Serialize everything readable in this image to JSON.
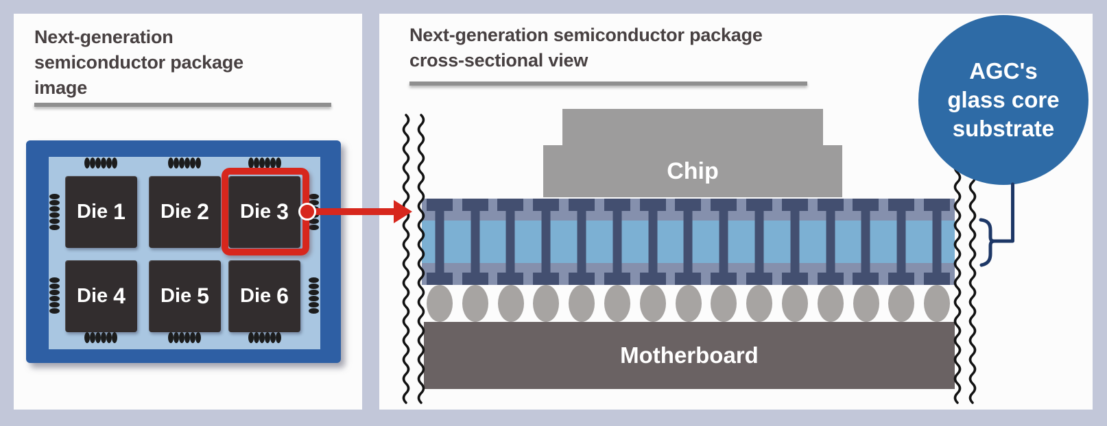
{
  "page": {
    "background": "#c2c7d9",
    "panel_background": "#fcfcfc"
  },
  "left_panel": {
    "title_lines": [
      "Next-generation",
      "semiconductor package",
      "image"
    ],
    "package": {
      "dies": [
        "Die 1",
        "Die 2",
        "Die 3",
        "Die 4",
        "Die 5",
        "Die 6"
      ],
      "highlighted_die": "Die 3",
      "colors": {
        "frame_blue": "#2e5fa4",
        "inner_blue": "#a9c6e1",
        "die_dark": "#322d2e",
        "highlight_red": "#d7271d"
      }
    }
  },
  "right_panel": {
    "title_lines": [
      "Next-generation semiconductor package",
      "cross-sectional view"
    ],
    "cross_section": {
      "chip_label": "Chip",
      "motherboard_label": "Motherboard",
      "via_count": 15,
      "ball_count": 15,
      "colors": {
        "chip_gray": "#9d9c9c",
        "motherboard_gray": "#6a6263",
        "via_navy": "#434f70",
        "pad_strip_slate": "#8590ad",
        "glass_core_blue": "#7cb0d3",
        "solder_ball_gray": "#a7a4a2",
        "connector_navy": "#1d3766"
      }
    },
    "callout": {
      "lines": [
        "AGC's",
        "glass core",
        "substrate"
      ],
      "circle_blue": "#2e6ba6"
    }
  }
}
